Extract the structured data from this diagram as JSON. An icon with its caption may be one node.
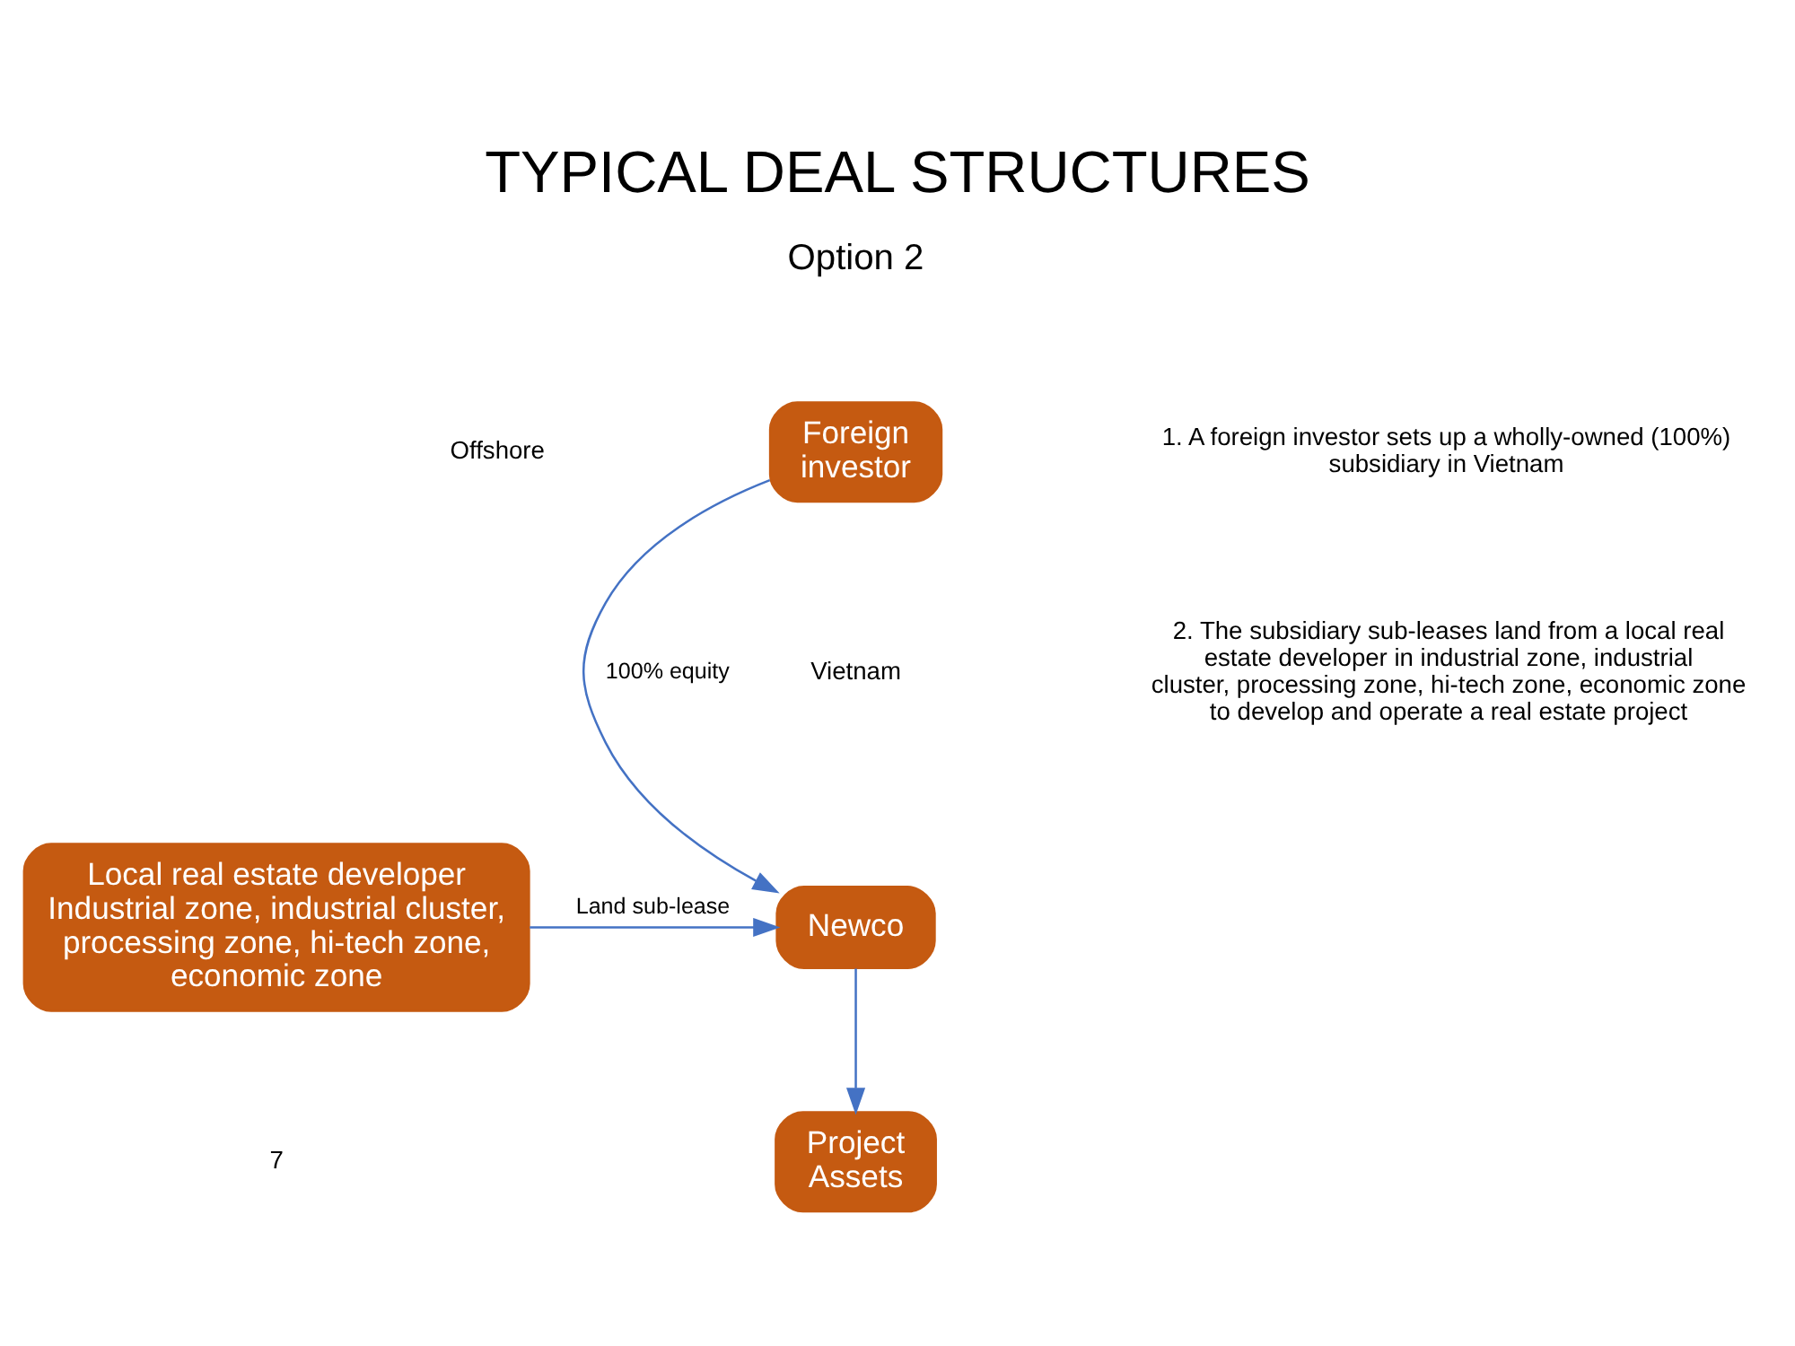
{
  "diagram": {
    "title": "TYPICAL DEAL STRUCTURES",
    "nodes": [
      {
        "text": [
          "Foreign investor"
        ]
      },
      {
        "text": [
          "Newco"
        ]
      },
      {
        "text": [
          "Project Assets"
        ]
      },
      {
        "text": [
          "Local real estate developer",
          "Industrial zone, industrial cluster, processing zone, hi-tech zone, economic zone"
        ]
      }
    ],
    "edges": [
      {
        "from": 0,
        "to": 1,
        "arrow": "to",
        "label": "100% equity"
      },
      {
        "from": 3,
        "to": 1,
        "arrow": "to",
        "label": "Land sub-lease"
      },
      {
        "from": 1,
        "to": 2,
        "arrow": "to"
      }
    ],
    "labels": [
      "Option 2",
      "Offshore",
      "Vietnam",
      "1. A foreign investor sets up a wholly-owned (100%) subsidiary in Vietnam",
      "2. The subsidiary sub-leases land from a local real estate developer in industrial zone, industrial cluster, processing zone, hi-tech zone, economic zone to develop and operate a real estate project",
      "7"
    ]
  }
}
